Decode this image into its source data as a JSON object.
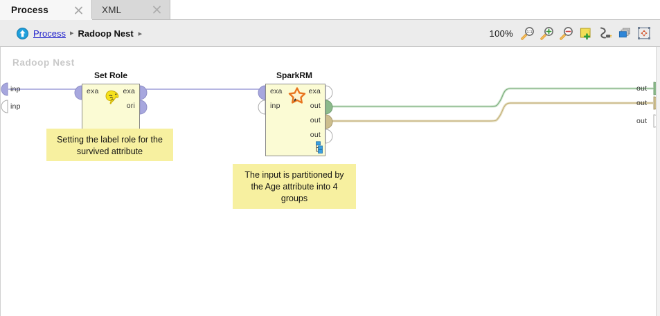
{
  "window": {
    "tabs": [
      {
        "label": "Process",
        "active": true,
        "close_icon": "close-icon"
      },
      {
        "label": "XML",
        "active": false,
        "close_icon": "close-icon"
      }
    ]
  },
  "breadcrumb": {
    "up_icon": "up-arrow-icon",
    "root_label": "Process",
    "separator": "▸",
    "current_label": "Radoop Nest",
    "trailing_separator": "▸"
  },
  "toolbar": {
    "zoom_level": "100%",
    "buttons": [
      {
        "name": "zoom-reset-icon",
        "title": "1:1"
      },
      {
        "name": "zoom-in-icon",
        "title": "+"
      },
      {
        "name": "zoom-out-icon",
        "title": "−"
      },
      {
        "name": "add-note-icon",
        "title": "Add note"
      },
      {
        "name": "auto-wire-icon",
        "title": "Auto wire"
      },
      {
        "name": "layers-icon",
        "title": "Layers"
      },
      {
        "name": "auto-arrange-icon",
        "title": "Auto arrange"
      }
    ]
  },
  "canvas": {
    "watermark": "Radoop Nest",
    "background_color": "#ffffff",
    "process_inputs": [
      {
        "label": "inp",
        "connected": true
      },
      {
        "label": "inp",
        "connected": false
      }
    ],
    "process_outputs": [
      {
        "label": "out",
        "connected": true,
        "color": "#8cba8c"
      },
      {
        "label": "out",
        "connected": true,
        "color": "#cdbe8e"
      },
      {
        "label": "out",
        "connected": false,
        "color": "#ffffff"
      }
    ],
    "operators": [
      {
        "name": "set-role",
        "title": "Set Role",
        "icon": "hadoop-elephant-icon",
        "inputs": [
          {
            "label": "exa",
            "connected": true
          }
        ],
        "outputs": [
          {
            "label": "exa",
            "connected": true
          },
          {
            "label": "ori",
            "connected": false
          }
        ]
      },
      {
        "name": "spark-rm",
        "title": "SparkRM",
        "icon": "orange-star-icon",
        "subprocess_icon": "subprocess-tree-icon",
        "inputs": [
          {
            "label": "exa",
            "connected": true
          },
          {
            "label": "inp",
            "connected": false
          }
        ],
        "outputs": [
          {
            "label": "exa",
            "connected": false
          },
          {
            "label": "out",
            "connected": true
          },
          {
            "label": "out",
            "connected": true
          },
          {
            "label": "out",
            "connected": false
          }
        ]
      }
    ],
    "notes": [
      {
        "name": "note-set-role",
        "text": "Setting the label role for the survived attribute"
      },
      {
        "name": "note-spark-rm",
        "text": "The input is partitioned by the Age attribute into 4 groups"
      }
    ]
  },
  "colors": {
    "connection_purple": "#9e9ed8",
    "connection_green": "#8fbf8f",
    "connection_tan": "#cfc08a",
    "operator_fill": "#fbfbd4",
    "note_fill": "#f7f0a0",
    "link_blue": "#2222cc"
  }
}
